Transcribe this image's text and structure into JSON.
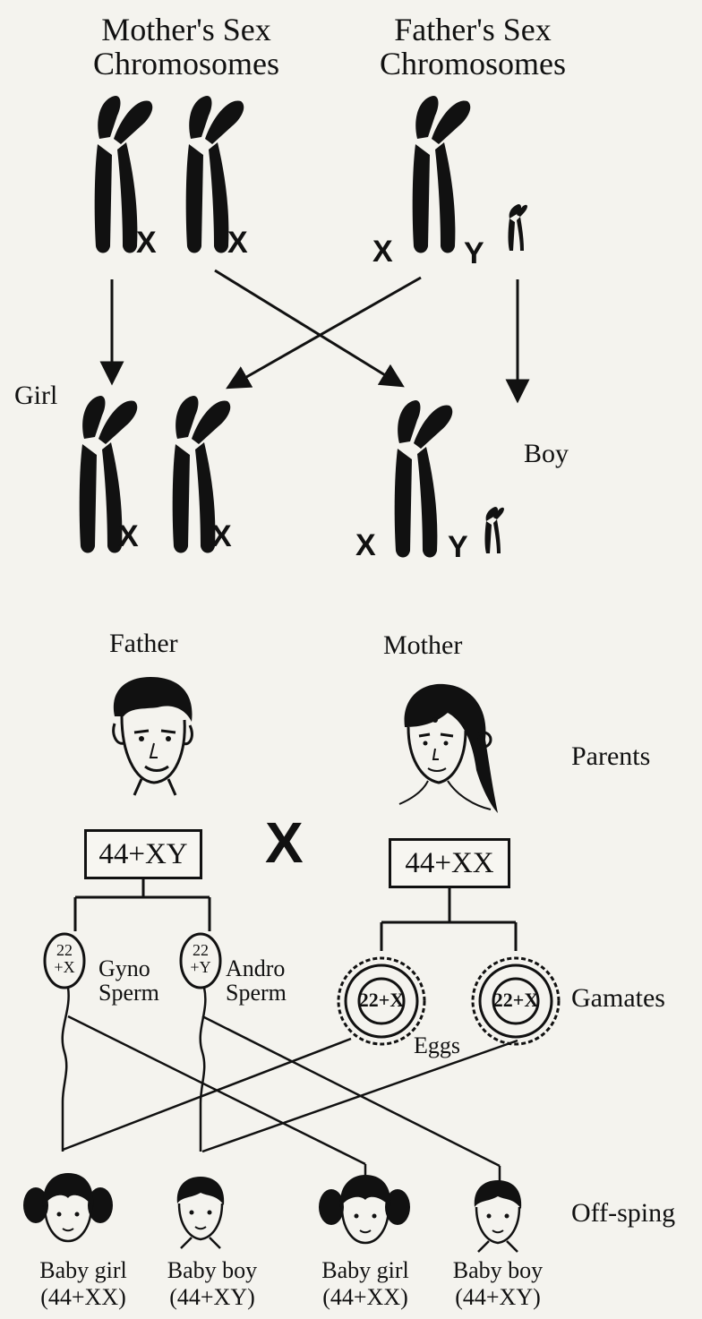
{
  "top": {
    "mother_header_line1": "Mother's Sex",
    "mother_header_line2": "Chromosomes",
    "father_header_line1": "Father's Sex",
    "father_header_line2": "Chromosomes",
    "x": "X",
    "y": "Y",
    "girl": "Girl",
    "boy": "Boy"
  },
  "bottom": {
    "father": "Father",
    "mother": "Mother",
    "parents": "Parents",
    "cross": "X",
    "father_karyotype": "44+XY",
    "mother_karyotype": "44+XX",
    "sperm1_line1": "22",
    "sperm1_line2": "+X",
    "sperm2_line1": "22",
    "sperm2_line2": "+Y",
    "gyno_line1": "Gyno",
    "gyno_line2": "Sperm",
    "andro_line1": "Andro",
    "andro_line2": "Sperm",
    "egg_label": "22+X",
    "eggs": "Eggs",
    "gamates": "Gamates",
    "offspring_label": "Off-sping",
    "offspring": [
      {
        "name": "Baby girl",
        "karyotype": "(44+XX)"
      },
      {
        "name": "Baby boy",
        "karyotype": "(44+XY)"
      },
      {
        "name": "Baby girl",
        "karyotype": "(44+XX)"
      },
      {
        "name": "Baby boy",
        "karyotype": "(44+XY)"
      }
    ]
  }
}
